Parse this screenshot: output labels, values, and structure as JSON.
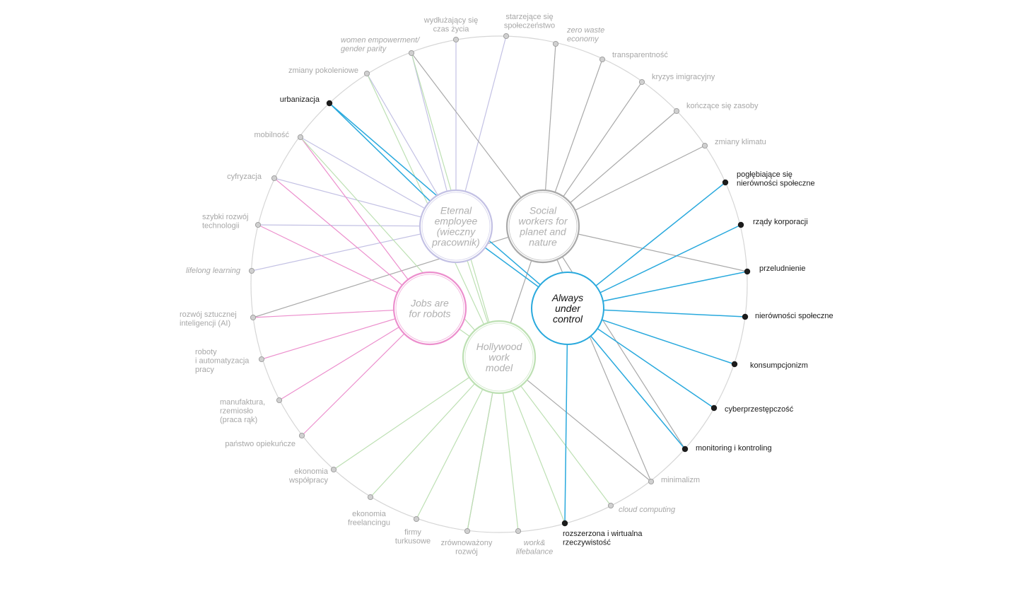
{
  "colors": {
    "rim": "#d6d6d6",
    "inactive_dot": "#9a9a9a",
    "active_dot": "#1c1c1c",
    "inactive_text": "#a7a7a7",
    "active_text": "#1a1a1a",
    "blue": "#29a9dd",
    "gray": "#a9a9a9",
    "lavender": "#c3c1e4",
    "green": "#bde0b3",
    "pink": "#ec8fcd"
  },
  "hubs": [
    {
      "id": "eternal",
      "name": "eternal-employee-hub",
      "label_lines": [
        "Eternal",
        "employee",
        "(wieczny",
        "pracownik)"
      ],
      "color": "lavender",
      "active": false
    },
    {
      "id": "social",
      "name": "social-workers-hub",
      "label_lines": [
        "Social",
        "workers for",
        "planet and",
        "nature"
      ],
      "color": "gray",
      "active": false
    },
    {
      "id": "jobs",
      "name": "jobs-robots-hub",
      "label_lines": [
        "Jobs are",
        "for robots"
      ],
      "color": "pink",
      "active": false
    },
    {
      "id": "always",
      "name": "always-under-control-hub",
      "label_lines": [
        "Always",
        "under",
        "control"
      ],
      "color": "blue",
      "active": true
    },
    {
      "id": "hollywood",
      "name": "hollywood-hub",
      "label_lines": [
        "Hollywood",
        "work",
        "model"
      ],
      "color": "green",
      "active": false
    }
  ],
  "factors": [
    {
      "id": "wydluzajacy",
      "lines": [
        "wydłużający się",
        "czas życia"
      ],
      "italic": false,
      "active": false
    },
    {
      "id": "starzejace",
      "lines": [
        "starzejące się",
        "społeczeństwo"
      ],
      "italic": false,
      "active": false
    },
    {
      "id": "zerowaste",
      "lines": [
        "zero waste",
        "economy"
      ],
      "italic": true,
      "active": false
    },
    {
      "id": "transparentnosc",
      "lines": [
        "transparentność"
      ],
      "italic": false,
      "active": false
    },
    {
      "id": "kryzys",
      "lines": [
        "kryzys imigracyjny"
      ],
      "italic": false,
      "active": false
    },
    {
      "id": "konczace",
      "lines": [
        "kończące się zasoby"
      ],
      "italic": false,
      "active": false
    },
    {
      "id": "klimat",
      "lines": [
        "zmiany klimatu"
      ],
      "italic": false,
      "active": false
    },
    {
      "id": "poglebiajace",
      "lines": [
        "pogłębiające się",
        "nierówności społeczne"
      ],
      "italic": false,
      "active": true
    },
    {
      "id": "rzady",
      "lines": [
        "rządy korporacji"
      ],
      "italic": false,
      "active": true
    },
    {
      "id": "przeludnienie",
      "lines": [
        "przeludnienie"
      ],
      "italic": false,
      "active": true
    },
    {
      "id": "nierownosci",
      "lines": [
        "nierówności społeczne"
      ],
      "italic": false,
      "active": true
    },
    {
      "id": "konsumpcjonizm",
      "lines": [
        "konsumpcjonizm"
      ],
      "italic": false,
      "active": true
    },
    {
      "id": "cyber",
      "lines": [
        "cyberprzestępczość"
      ],
      "italic": false,
      "active": true
    },
    {
      "id": "monitoring",
      "lines": [
        "monitoring i kontroling"
      ],
      "italic": false,
      "active": true
    },
    {
      "id": "minimalizm",
      "lines": [
        "minimalizm"
      ],
      "italic": false,
      "active": false
    },
    {
      "id": "cloud",
      "lines": [
        "cloud computing"
      ],
      "italic": true,
      "active": false
    },
    {
      "id": "vr",
      "lines": [
        "rozszerzona i wirtualna",
        "rzeczywistość"
      ],
      "italic": false,
      "active": true
    },
    {
      "id": "worklife",
      "lines": [
        "work&",
        "lifebalance"
      ],
      "italic": true,
      "active": false
    },
    {
      "id": "zrownowazony",
      "lines": [
        "zrównoważony",
        "rozwój"
      ],
      "italic": false,
      "active": false
    },
    {
      "id": "turkusowe",
      "lines": [
        "firmy",
        "turkusowe"
      ],
      "italic": false,
      "active": false
    },
    {
      "id": "freelancing",
      "lines": [
        "ekonomia",
        "freelancingu"
      ],
      "italic": false,
      "active": false
    },
    {
      "id": "wspolpracy",
      "lines": [
        "ekonomia",
        "współpracy"
      ],
      "italic": false,
      "active": false
    },
    {
      "id": "panstwo",
      "lines": [
        "państwo opiekuńcze"
      ],
      "italic": false,
      "active": false
    },
    {
      "id": "manufaktura",
      "lines": [
        "manufaktura,",
        "rzemiosło",
        "(praca rąk)"
      ],
      "italic": false,
      "active": false
    },
    {
      "id": "roboty",
      "lines": [
        "roboty",
        "i automatyzacja",
        "pracy"
      ],
      "italic": false,
      "active": false
    },
    {
      "id": "ai",
      "lines": [
        "rozwój sztucznej",
        "inteligencji (AI)"
      ],
      "italic": false,
      "active": false
    },
    {
      "id": "lifelong",
      "lines": [
        "lifelong learning"
      ],
      "italic": true,
      "active": false
    },
    {
      "id": "szybki",
      "lines": [
        "szybki rozwój",
        "technologii"
      ],
      "italic": false,
      "active": false
    },
    {
      "id": "cyfryzacja",
      "lines": [
        "cyfryzacja"
      ],
      "italic": false,
      "active": false
    },
    {
      "id": "mobilnosc",
      "lines": [
        "mobilność"
      ],
      "italic": false,
      "active": false
    },
    {
      "id": "urbanizacja",
      "lines": [
        "urbanizacja"
      ],
      "italic": false,
      "active": true
    },
    {
      "id": "pokoleniowe",
      "lines": [
        "zmiany pokoleniowe"
      ],
      "italic": false,
      "active": false
    },
    {
      "id": "women",
      "lines": [
        "women empowerment/",
        "gender parity"
      ],
      "italic": true,
      "active": false
    }
  ],
  "links": [
    [
      "urbanizacja",
      "always",
      "blue"
    ],
    [
      "urbanizacja",
      "eternal",
      "blue"
    ],
    [
      "poglebiajace",
      "always",
      "blue"
    ],
    [
      "rzady",
      "always",
      "blue"
    ],
    [
      "przeludnienie",
      "always",
      "blue"
    ],
    [
      "nierownosci",
      "always",
      "blue"
    ],
    [
      "konsumpcjonizm",
      "always",
      "blue"
    ],
    [
      "cyber",
      "always",
      "blue"
    ],
    [
      "monitoring",
      "always",
      "blue"
    ],
    [
      "vr",
      "always",
      "blue"
    ],
    [
      "eternal",
      "always",
      "blue"
    ],
    [
      "starzejace",
      "eternal",
      "lavender"
    ],
    [
      "wydluzajacy",
      "eternal",
      "lavender"
    ],
    [
      "women",
      "eternal",
      "lavender"
    ],
    [
      "pokoleniowe",
      "eternal",
      "lavender"
    ],
    [
      "mobilnosc",
      "eternal",
      "lavender"
    ],
    [
      "cyfryzacja",
      "eternal",
      "lavender"
    ],
    [
      "szybki",
      "eternal",
      "lavender"
    ],
    [
      "lifelong",
      "eternal",
      "lavender"
    ],
    [
      "zerowaste",
      "social",
      "gray"
    ],
    [
      "transparentnosc",
      "social",
      "gray"
    ],
    [
      "kryzys",
      "social",
      "gray"
    ],
    [
      "konczace",
      "social",
      "gray"
    ],
    [
      "klimat",
      "social",
      "gray"
    ],
    [
      "przeludnienie",
      "social",
      "gray"
    ],
    [
      "women",
      "social",
      "gray"
    ],
    [
      "ai",
      "social",
      "gray"
    ],
    [
      "minimalizm",
      "social",
      "gray"
    ],
    [
      "monitoring",
      "social",
      "gray"
    ],
    [
      "hollywood",
      "social",
      "gray"
    ],
    [
      "zrownowazony",
      "hollywood",
      "gray"
    ],
    [
      "minimalizm",
      "hollywood",
      "gray"
    ],
    [
      "mobilnosc",
      "jobs",
      "pink"
    ],
    [
      "cyfryzacja",
      "jobs",
      "pink"
    ],
    [
      "szybki",
      "jobs",
      "pink"
    ],
    [
      "ai",
      "jobs",
      "pink"
    ],
    [
      "roboty",
      "jobs",
      "pink"
    ],
    [
      "manufaktura",
      "jobs",
      "pink"
    ],
    [
      "panstwo",
      "jobs",
      "pink"
    ],
    [
      "women",
      "hollywood",
      "green"
    ],
    [
      "pokoleniowe",
      "hollywood",
      "green"
    ],
    [
      "mobilnosc",
      "hollywood",
      "green"
    ],
    [
      "eternal",
      "hollywood",
      "green"
    ],
    [
      "jobs",
      "hollywood",
      "green"
    ],
    [
      "wspolpracy",
      "hollywood",
      "green"
    ],
    [
      "freelancing",
      "hollywood",
      "green"
    ],
    [
      "turkusowe",
      "hollywood",
      "green"
    ],
    [
      "zrownowazony",
      "hollywood",
      "green"
    ],
    [
      "worklife",
      "hollywood",
      "green"
    ],
    [
      "vr",
      "hollywood",
      "green"
    ],
    [
      "cloud",
      "hollywood",
      "green"
    ]
  ]
}
